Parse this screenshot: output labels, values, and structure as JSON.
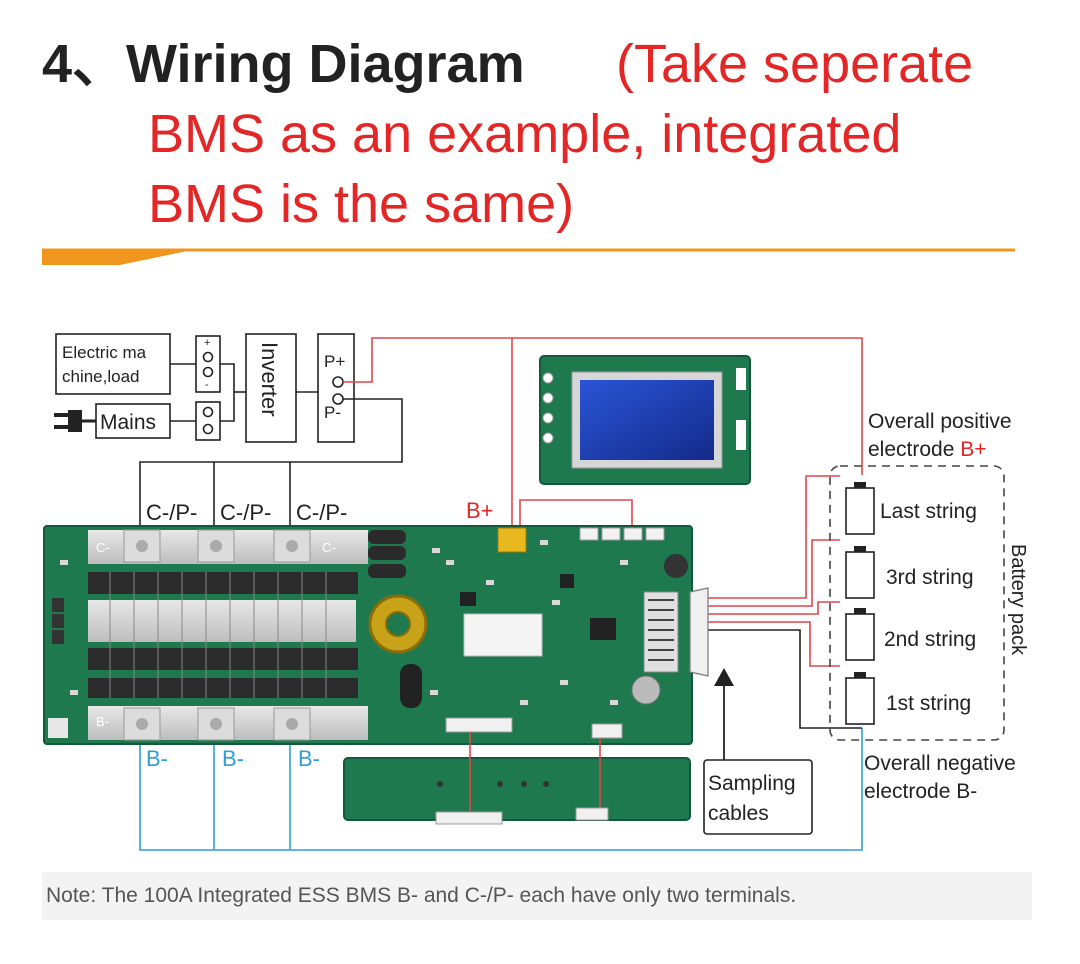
{
  "header": {
    "title_bold": "4、Wiring Diagram",
    "title_red_1": "(Take seperate",
    "title_red_2": "BMS as an example, integrated",
    "title_red_3": "BMS is the same)"
  },
  "colors": {
    "accent_orange": "#f0961e",
    "title_red": "#e32626",
    "wire_red": "#e0474c",
    "wire_blue": "#2f9fd8",
    "wire_black": "#222222",
    "pcb_green": "#1e7a4e",
    "lcd_blue": "#1e3ea8"
  },
  "diagram": {
    "load_label_1": "Electric ma",
    "load_label_2": "chine,load",
    "mains_label": "Mains",
    "inverter_label": "Inverter",
    "p_plus": "P+",
    "p_minus": "P-",
    "cp_label": "C-/P-",
    "b_minus_label": "B-",
    "b_plus_label": "B+",
    "pcb_c_minus": "C-",
    "pcb_b_minus": "B-",
    "overall_positive_1": "Overall positive",
    "overall_positive_2": "electrode ",
    "overall_positive_b": "B+",
    "overall_negative_1": "Overall negative",
    "overall_negative_2": "electrode B-",
    "battery_pack": "Battery pack",
    "strings": [
      "Last string",
      "3rd string",
      "2nd string",
      "1st string"
    ],
    "sampling_1": "Sampling",
    "sampling_2": "cables"
  },
  "note": "Note: The 100A Integrated ESS BMS B- and C-/P- each have only two terminals."
}
